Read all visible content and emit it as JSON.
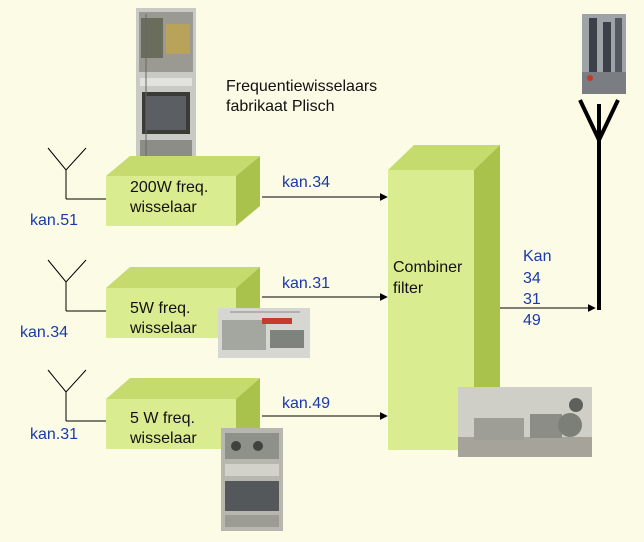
{
  "title": {
    "line1": "Frequentiewisselaars",
    "line2": "fabrikaat Plisch"
  },
  "colors": {
    "background": "#fbfbe6",
    "box_front": "#d9ec8f",
    "box_top": "#c6db6e",
    "box_side": "#a9c24c",
    "label_blue": "#1a3aa8",
    "line": "#000000"
  },
  "converters": [
    {
      "line1": "200W freq.",
      "line2": "wisselaar",
      "input": "kan.51",
      "output": "kan.34"
    },
    {
      "line1": "5W freq.",
      "line2": "wisselaar",
      "input": "kan.34",
      "output": "kan.31"
    },
    {
      "line1": "5 W freq.",
      "line2": "wisselaar",
      "input": "kan.31",
      "output": "kan.49"
    }
  ],
  "combiner": {
    "line1": "Combiner",
    "line2": "filter"
  },
  "output": {
    "heading": "Kan",
    "channels": [
      "34",
      "31",
      "49"
    ]
  },
  "photos": [
    {
      "name": "rack-photo-200w-icon"
    },
    {
      "name": "equipment-photo-5w-a-icon"
    },
    {
      "name": "equipment-photo-5w-b-icon"
    },
    {
      "name": "combiner-filter-photo-icon"
    },
    {
      "name": "antenna-array-photo-icon"
    }
  ]
}
